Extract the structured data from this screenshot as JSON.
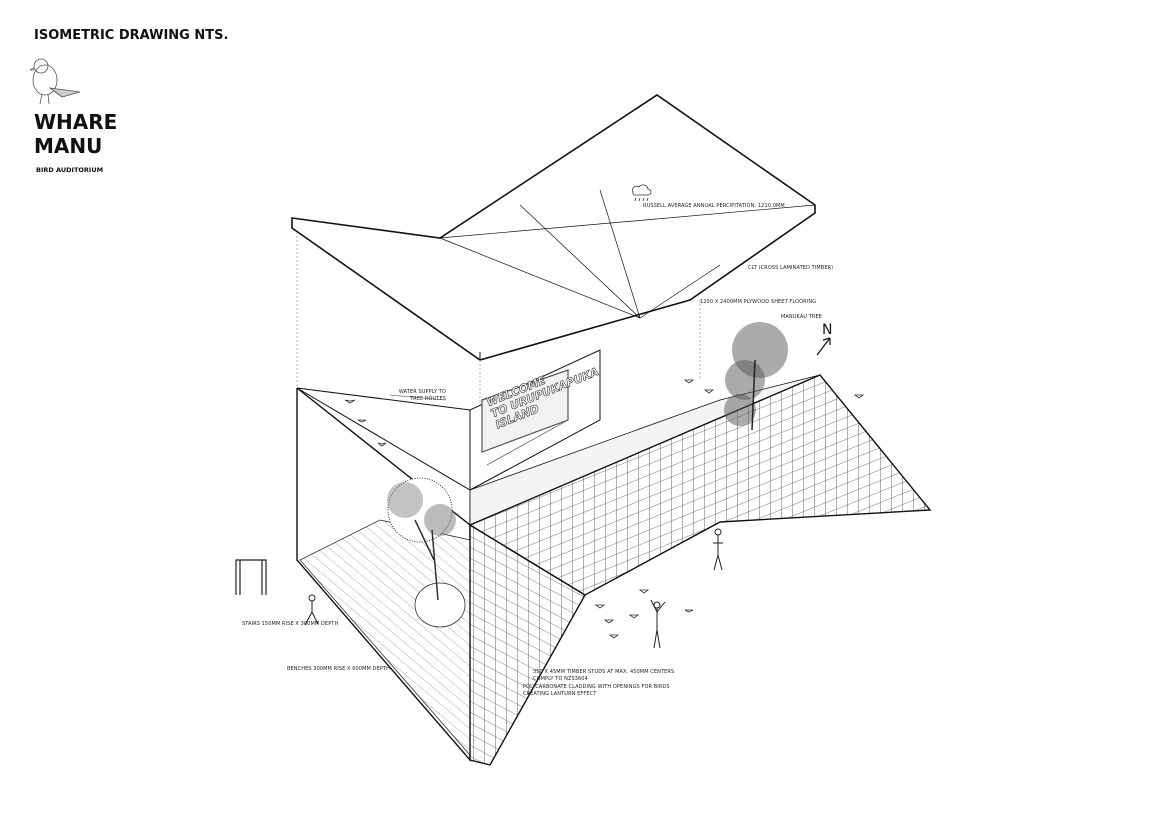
{
  "header": {
    "drawing_type": "ISOMETRIC DRAWING NTS.",
    "title_line1": "WHARE",
    "title_line2": "MANU",
    "subtitle": "BIRD AUDITORIUM"
  },
  "sign": {
    "line1": "WELCOME",
    "line2": "TO URUPUKAPUKA",
    "line3": "ISLAND"
  },
  "north_arrow": "N",
  "annotations": {
    "precipitation": "RUSSELL AVERAGE ANNUAL PERCIPITATION: 1210.0MM",
    "clt": "CLT (CROSS LAMINATED TIMBER)",
    "flooring": "1200 X 2400MM PLYWOOD SHEET FLOORING",
    "tree": "MANUKAU TREE",
    "water_line1": "WATER SUPPLY TO",
    "water_line2": "TREE ROUTES",
    "stairs": "STAIRS 150MM RISE X 300MM DEPTH",
    "benches": "BENCHES 300MM RISE X 600MM DEPTH",
    "studs_line1": "350 X 45MM TIMBER STUDS AT MAX. 450MM CENTERS",
    "studs_line2": "COMPLY TO NZS3604",
    "cladding_line1": "POLYCARBONATE CLADDING WITH OPENINGS FOR BIRDS",
    "cladding_line2": "CREATING LANTURN EFFECT"
  }
}
